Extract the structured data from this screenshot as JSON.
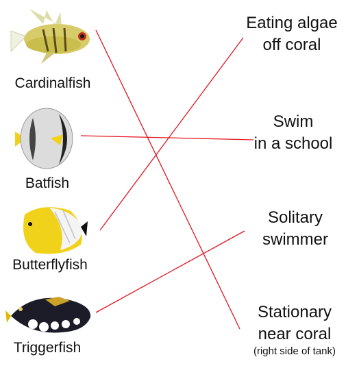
{
  "fish": [
    {
      "name": "Cardinalfish",
      "icon": "cardinalfish-icon"
    },
    {
      "name": "Batfish",
      "icon": "batfish-icon"
    },
    {
      "name": "Butterflyfish",
      "icon": "butterflyfish-icon"
    },
    {
      "name": "Triggerfish",
      "icon": "triggerfish-icon"
    }
  ],
  "behaviors": [
    {
      "line1": "Eating algae",
      "line2": "off coral"
    },
    {
      "line1": "Swim",
      "line2": "in a school"
    },
    {
      "line1": "Solitary",
      "line2": "swimmer"
    },
    {
      "line1": "Stationary",
      "line2": "near coral",
      "note": "(right side of tank)"
    }
  ],
  "matches": [
    {
      "fish": "Cardinalfish",
      "behavior": "Stationary near coral"
    },
    {
      "fish": "Batfish",
      "behavior": "Swim in a school"
    },
    {
      "fish": "Butterflyfish",
      "behavior": "Eating algae off coral"
    },
    {
      "fish": "Triggerfish",
      "behavior": "Solitary swimmer"
    }
  ],
  "colors": {
    "line": "#e0141e"
  }
}
